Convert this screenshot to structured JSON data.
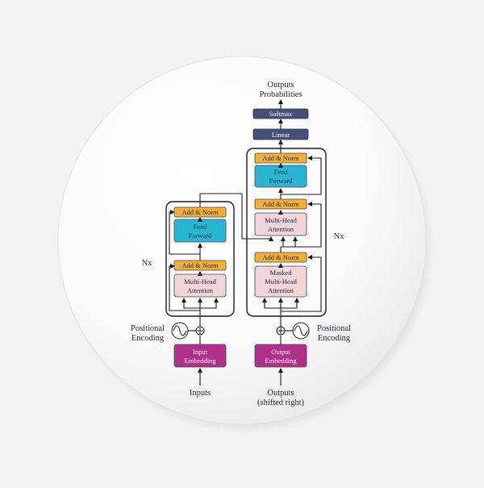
{
  "diagram": {
    "outputs_probabilities": [
      "Outputs",
      "Probabilities"
    ],
    "softmax": "Softmax",
    "linear": "Linear",
    "add_norm": "Add & Norm",
    "feed_forward": [
      "Feed",
      "Forward"
    ],
    "multi_head_attention": [
      "Multi-Head",
      "Attention"
    ],
    "masked_multi_head_attention": [
      "Masked",
      "Multi-Head",
      "Attention"
    ],
    "input_embedding": [
      "Input",
      "Embedding"
    ],
    "output_embedding": [
      "Output",
      "Embedding"
    ],
    "positional_encoding": [
      "Positional",
      "Encoding"
    ],
    "inputs": "Inputs",
    "outputs_shifted": [
      "Outputs",
      "(shifted right)"
    ],
    "nx": "Nx"
  },
  "colors": {
    "add_norm": "#f2b03a",
    "feed_forward": "#2bb5d4",
    "attention": "#f2d5da",
    "embedding": "#b0308a",
    "linear_softmax": "#45507a"
  }
}
